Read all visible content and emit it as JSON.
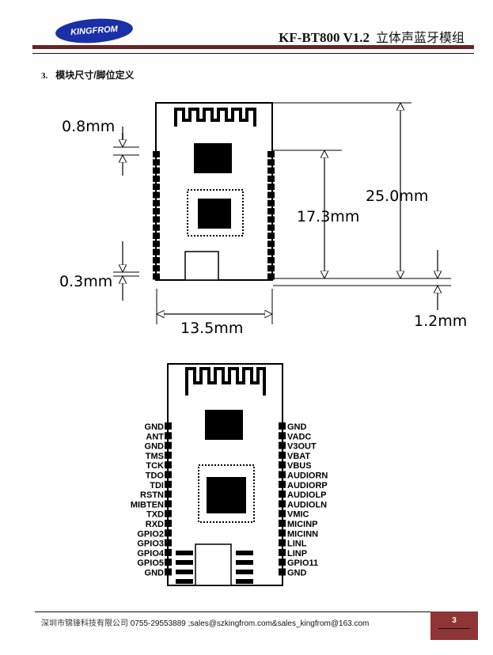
{
  "header": {
    "logo_text": "KINGFROM",
    "doc_title": "KF-BT800 V1.2",
    "doc_title_cn": "立体声蓝牙模组"
  },
  "section": {
    "number": "3.",
    "title": "模块尺寸/脚位定义"
  },
  "dimensions": {
    "pad_width": "0.8mm",
    "pad_gap": "0.3mm",
    "pin_span": "17.3mm",
    "length": "25.0mm",
    "thickness": "1.2mm",
    "width": "13.5mm"
  },
  "pins": {
    "left": [
      "GND",
      "ANT",
      "GND",
      "TMS",
      "TCK",
      "TDO",
      "TDI",
      "RSTN",
      "MIBTEN",
      "TXD",
      "RXD",
      "GPIO2",
      "GPIO3",
      "GPIO4",
      "GPIO5",
      "GND"
    ],
    "right": [
      "GND",
      "VADC",
      "V3OUT",
      "VBAT",
      "VBUS",
      "AUDIORN",
      "AUDIORP",
      "AUDIOLP",
      "AUDIOLN",
      "VMIC",
      "MICINP",
      "MICINN",
      "LINL",
      "LINP",
      "GPIO11",
      "GND"
    ]
  },
  "footer": {
    "company_cn": "深圳市锦锋科技有限公司",
    "phone": "0755-29553889",
    "emails": ";sales@szkingfrom.com&sales_kingfrom@163.com",
    "page_number": "3"
  },
  "colors": {
    "brand_blue": "#1a2fa8",
    "header_bar": "#6b2424",
    "page_box": "#8f3535"
  }
}
